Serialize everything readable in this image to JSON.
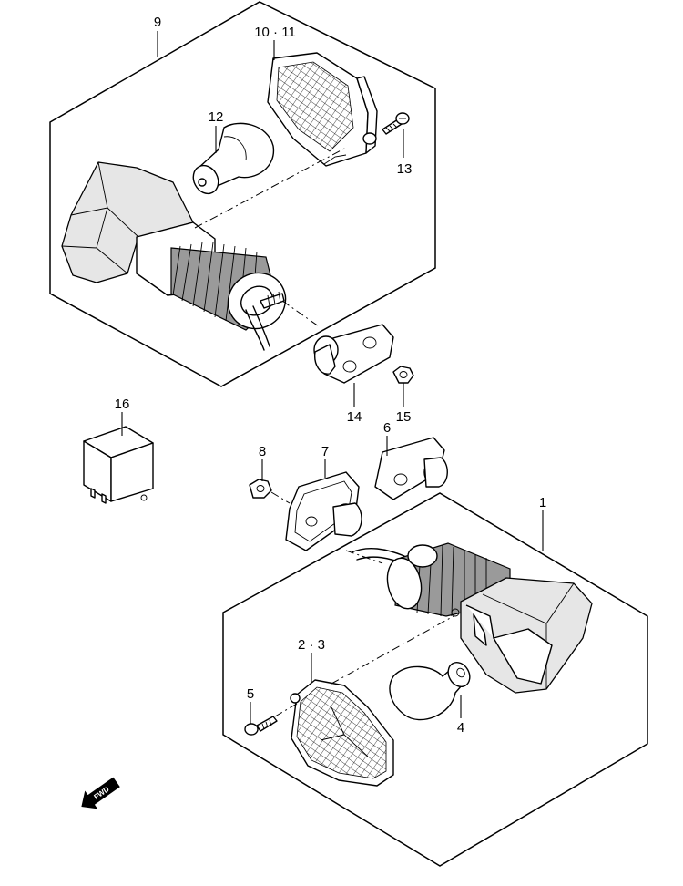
{
  "callouts": {
    "c1": "1",
    "c2_3": "2 · 3",
    "c4": "4",
    "c5": "5",
    "c6": "6",
    "c7": "7",
    "c8": "8",
    "c9": "9",
    "c10_11": "10 · 11",
    "c12": "12",
    "c13": "13",
    "c14": "14",
    "c15": "15",
    "c16": "16"
  },
  "direction_marker": "FWD",
  "icons": {
    "fwd_arrow": "fwd-arrow-icon"
  }
}
